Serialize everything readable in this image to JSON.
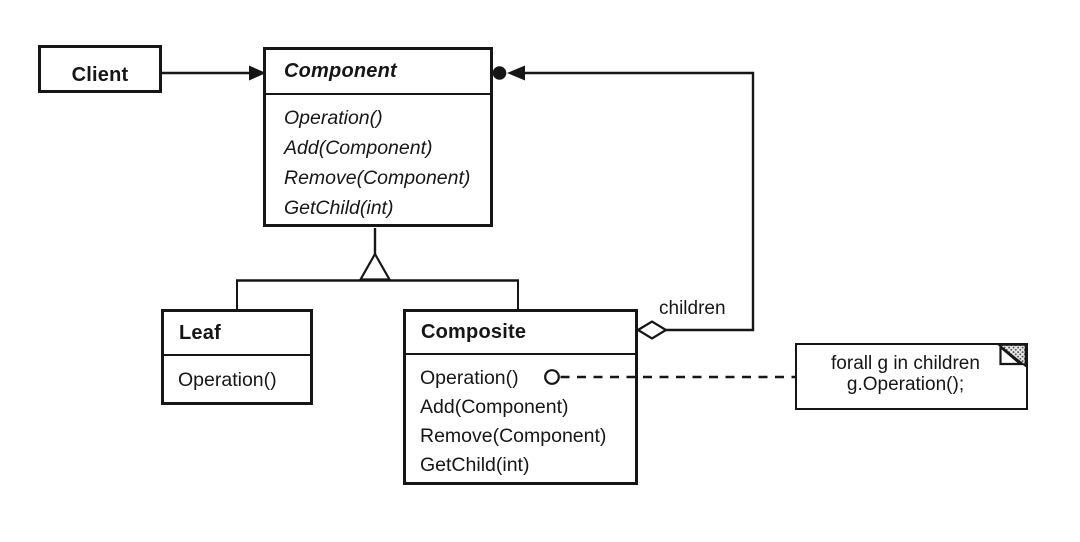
{
  "classes": {
    "client": {
      "name": "Client"
    },
    "component": {
      "name": "Component",
      "methods": [
        "Operation()",
        "Add(Component)",
        "Remove(Component)",
        "GetChild(int)"
      ]
    },
    "leaf": {
      "name": "Leaf",
      "methods": [
        "Operation()"
      ]
    },
    "composite": {
      "name": "Composite",
      "methods": [
        "Operation()",
        "Add(Component)",
        "Remove(Component)",
        "GetChild(int)"
      ]
    }
  },
  "relationships": {
    "children_label": "children"
  },
  "note": {
    "lines": [
      "forall g in children",
      "g.Operation();"
    ]
  },
  "colors": {
    "ink": "#161616",
    "background": "#ffffff",
    "note_fold_dots": "#555555",
    "note_fold_bg": "#e7e7e7"
  }
}
